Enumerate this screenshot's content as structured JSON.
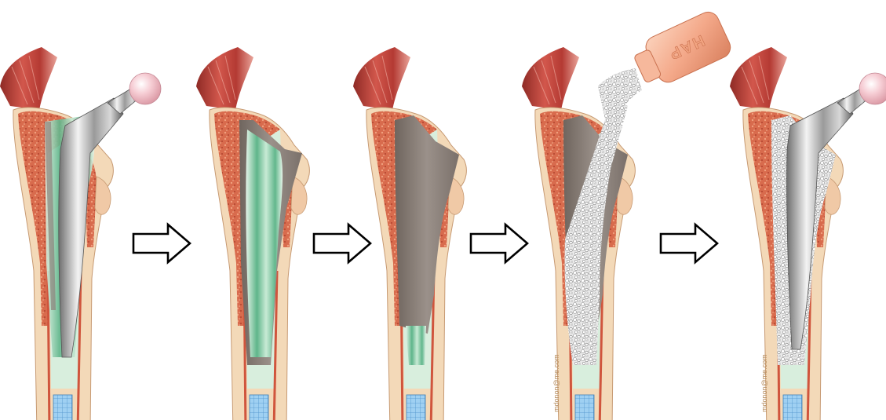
{
  "figure": {
    "panels": [
      {
        "id": "panel-1",
        "label": "",
        "state": "implant-in-place"
      },
      {
        "id": "panel-2",
        "label": "",
        "state": "implant-removed"
      },
      {
        "id": "panel-3",
        "label": "",
        "state": "bone-defect"
      },
      {
        "id": "panel-4",
        "label": "",
        "state": "hap-filling"
      },
      {
        "id": "panel-5",
        "label": "",
        "state": "new-implant"
      }
    ],
    "arrows": 4,
    "bottle_label": "HAP",
    "credits": [
      "mdonon@me.com",
      "mdonon@me.com"
    ],
    "colors": {
      "muscle": "#c9463f",
      "bone_cancellous": "#d76a4c",
      "bone_cortex": "#f3d9b8",
      "canal": "#d8eedd",
      "cement": "#b9e2cb",
      "metal": "#bdbdbd",
      "ball": "#f7c9d0",
      "defect": "#8b817a",
      "plug": "#7fb8e6",
      "bottle": "#f4ad8c"
    }
  }
}
